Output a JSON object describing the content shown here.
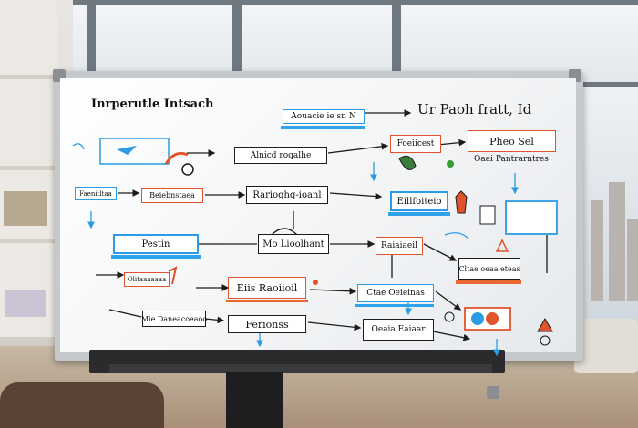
{
  "scene": "photo",
  "whiteboard": {
    "title_left": "Inrperutle Intsach",
    "title_right": "Ur Paoh fratt, Id",
    "labels": {
      "top_center": "Aouacie ie sn N",
      "mid_top": "Alnicd roqalhe",
      "rapid_box": "Rarioghq-ioanl",
      "left_small": "Faenitltaa",
      "left_orange": "Beiebnstaea",
      "forecast": "Foeiicest",
      "prod": "Pheo Sel",
      "partner": "Oaai Pantrarntres",
      "ebilling": "Eillfoiteio",
      "pestin": "Pestin",
      "lio": "Mo Lioolhant",
      "rashed": "Raiaiaeil",
      "rightlist": "Cltae oeaa eteas",
      "radio": "Eiis Raoiioil",
      "center_orange": "Olitaaaaaaa",
      "dashed": "Mie Daneacoeaoo",
      "ferions": "Ferionss",
      "bottom_mid": "Oeaia Eaiaar"
    }
  },
  "colors": {
    "marker_black": "#1c1c1c",
    "marker_orange": "#e0542c",
    "marker_blue": "#2b9be6",
    "board_white": "#f6f7f8",
    "frame_grey": "#c6c9cc",
    "tray_dark": "#2b2b2d"
  }
}
